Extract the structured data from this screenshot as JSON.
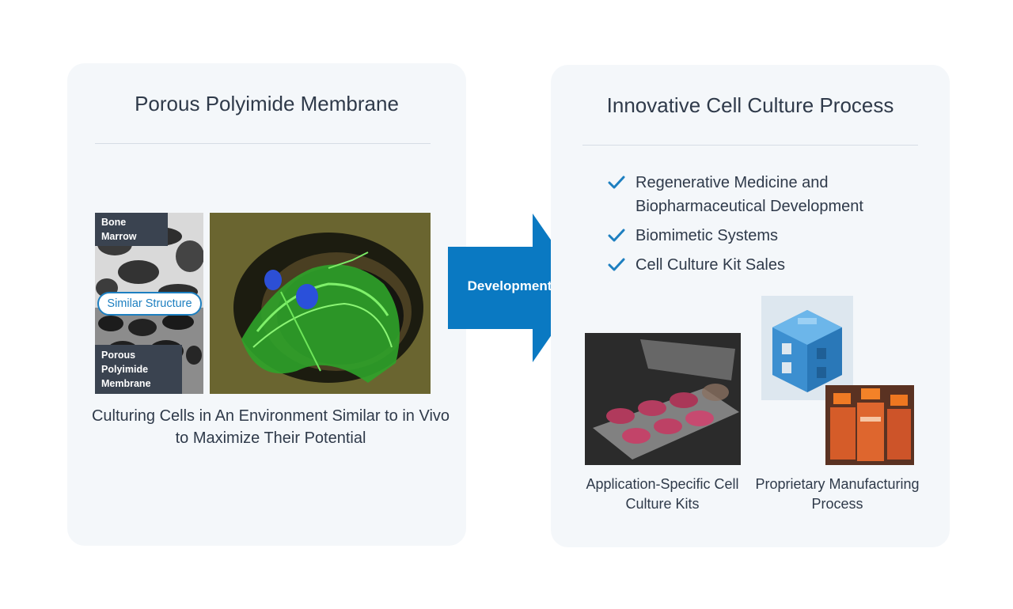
{
  "left_panel": {
    "title": "Porous Polyimide Membrane",
    "label_top": "Bone Marrow",
    "label_middle": "Similar Structure",
    "label_bottom": "Porous Polyimide Membrane",
    "caption": "Culturing Cells in An Environment Similar to in Vivo to Maximize Their Potential"
  },
  "arrow": {
    "label": "Development",
    "color": "#0a79c2"
  },
  "right_panel": {
    "title": "Innovative Cell Culture Process",
    "features": [
      "Regenerative Medicine and Biopharmaceutical Development",
      "Biomimetic Systems",
      "Cell Culture Kit Sales"
    ],
    "caption_kits": "Application-Specific Cell Culture Kits",
    "caption_process": "Proprietary Manufacturing Process"
  },
  "colors": {
    "panel_bg": "#f4f7fa",
    "accent": "#1d7fc0",
    "text": "#2f3a4a"
  }
}
